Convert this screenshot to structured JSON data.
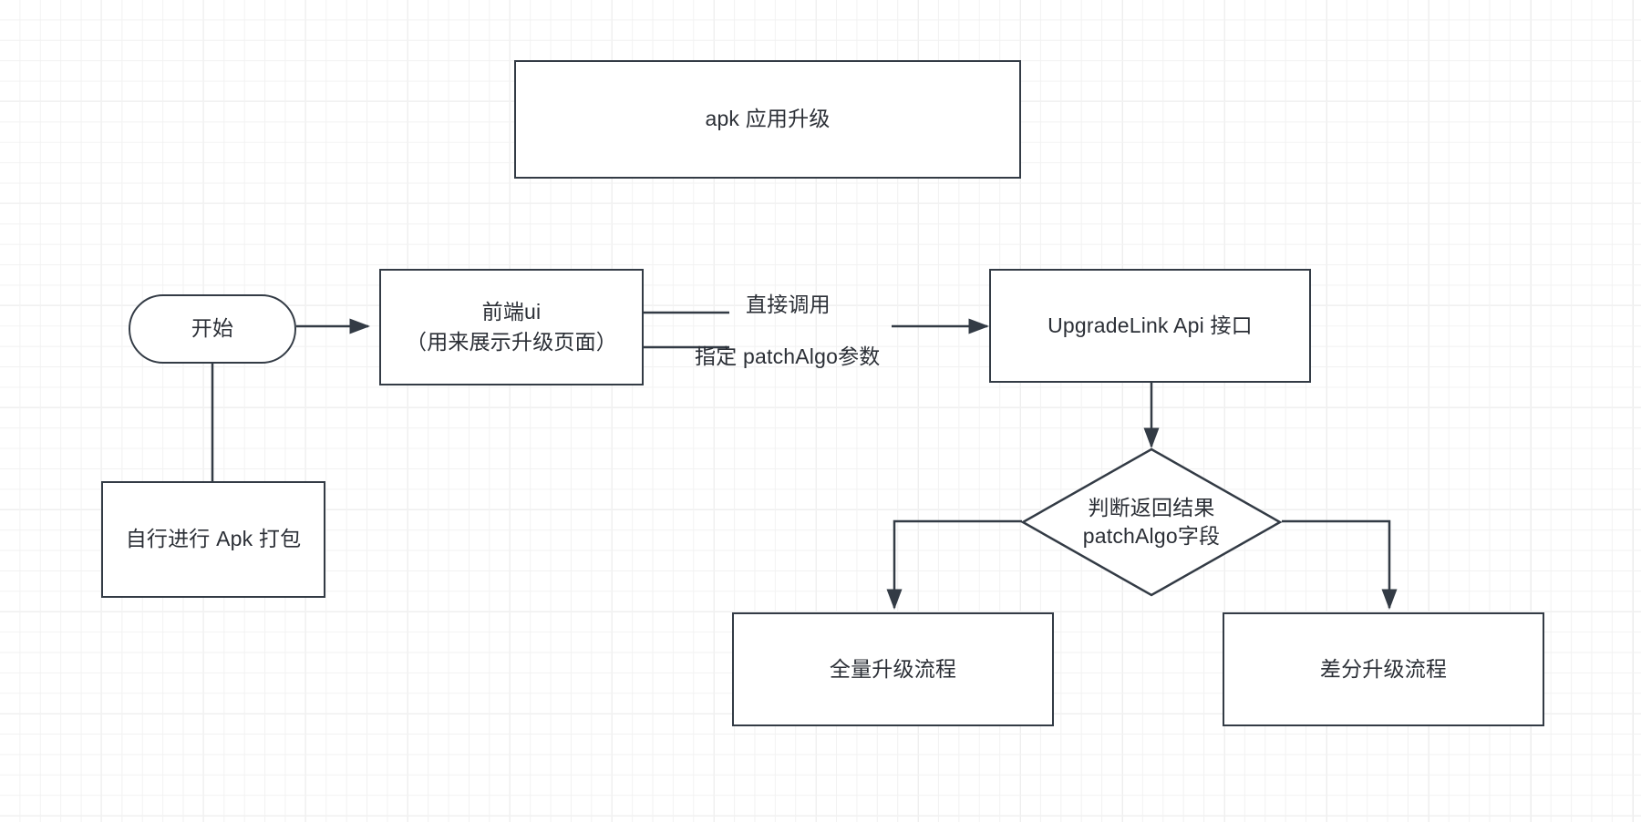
{
  "diagram": {
    "type": "flowchart",
    "title_box": {
      "label": "apk 应用升级"
    },
    "nodes": [
      {
        "id": "start",
        "shape": "stadium",
        "label": "开始"
      },
      {
        "id": "apk_package",
        "shape": "rect",
        "label": "自行进行 Apk 打包"
      },
      {
        "id": "frontend_ui",
        "shape": "rect",
        "label": "前端ui\n（用来展示升级页面）"
      },
      {
        "id": "upgrade_api",
        "shape": "rect",
        "label": "UpgradeLink Api 接口"
      },
      {
        "id": "decision",
        "shape": "diamond",
        "label": "判断返回结果\npatchAlgo字段"
      },
      {
        "id": "full_flow",
        "shape": "rect",
        "label": "全量升级流程"
      },
      {
        "id": "diff_flow",
        "shape": "rect",
        "label": "差分升级流程"
      }
    ],
    "edge_labels": [
      {
        "id": "call_direct",
        "label": "直接调用"
      },
      {
        "id": "patch_param",
        "label": "指定 patchAlgo参数"
      }
    ],
    "colors": {
      "stroke": "#333b45",
      "text": "#2b2f36",
      "fill": "#ffffff",
      "grid_minor": "#f2f2f2",
      "grid_major": "#ebebeb"
    }
  }
}
